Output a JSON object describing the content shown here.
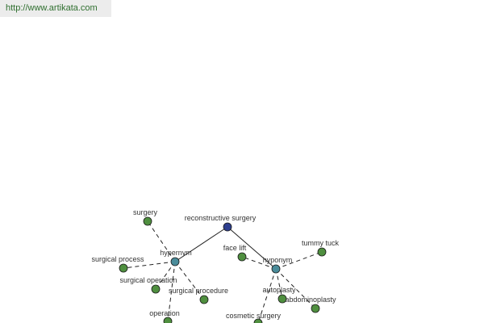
{
  "header": {
    "url": "http://www.artikata.com"
  },
  "colors": {
    "root_fill": "#2e3f8f",
    "relation_fill": "#4a8c9a",
    "term_fill": "#4f8f3f",
    "label_color": "#333333",
    "url_color": "#2f6f2f"
  },
  "graph": {
    "root": {
      "id": "root",
      "label": "reconstructive surgery"
    },
    "relations": [
      {
        "id": "hypernym",
        "label": "hypernym"
      },
      {
        "id": "hyponym",
        "label": "hyponym"
      }
    ],
    "terms": [
      {
        "id": "surgery",
        "label": "surgery",
        "relation": "hypernym"
      },
      {
        "id": "surgical-process",
        "label": "surgical process",
        "relation": "hypernym"
      },
      {
        "id": "surgical-operation",
        "label": "surgical operation",
        "relation": "hypernym"
      },
      {
        "id": "surgical-procedure",
        "label": "surgical procedure",
        "relation": "hypernym"
      },
      {
        "id": "operation",
        "label": "operation",
        "relation": "hypernym"
      },
      {
        "id": "face-lift",
        "label": "face lift",
        "relation": "hyponym"
      },
      {
        "id": "tummy-tuck",
        "label": "tummy tuck",
        "relation": "hyponym"
      },
      {
        "id": "autoplasty",
        "label": "autoplasty",
        "relation": "hyponym"
      },
      {
        "id": "abdominoplasty",
        "label": "abdominoplasty",
        "relation": "hyponym"
      },
      {
        "id": "cosmetic-surgery",
        "label": "cosmetic surgery",
        "relation": "hyponym"
      }
    ]
  }
}
